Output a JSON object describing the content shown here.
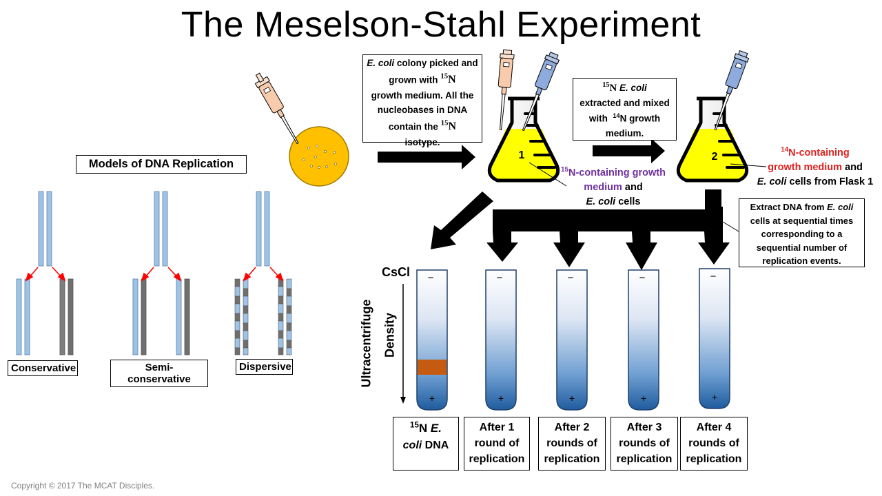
{
  "title": "The Meselson-Stahl Experiment",
  "step1_box": {
    "line1_em": "E. coli",
    "line1_rest": " colony picked and",
    "line2": "grown with",
    "iso15": "15",
    "n": "N",
    "line3": "growth medium. All the",
    "line4": "nucleobases in DNA",
    "line5": "contain the",
    "line6": "isotype."
  },
  "step2_box": {
    "iso15": "15",
    "n_sp": "N ",
    "em": "E. coli",
    "line2": "extracted and mixed",
    "with": "with",
    "iso14": "14",
    "line3_rest": "N growth",
    "line4": "medium."
  },
  "flask1": {
    "number": "1",
    "label_iso": "15",
    "label_purple": "N-containing growth medium",
    "label_and": " and",
    "label_em": "E. coli",
    "label_cells": " cells"
  },
  "flask2": {
    "number": "2",
    "label_iso": "14",
    "label_red1": "N-containing",
    "label_red2": "growth medium",
    "label_and": " and",
    "label_em": "E. coli",
    "label_rest": " cells from Flask 1"
  },
  "extract_box": {
    "line1": "Extract DNA from ",
    "line1_em": "E. coli",
    "line2": "cells at sequential times",
    "line3": "corresponding to a",
    "line4": "sequential number of",
    "line5": "replication events."
  },
  "models": {
    "heading": "Models of DNA Replication",
    "conservative": "Conservative",
    "semi": "Semi-conservative",
    "dispersive": "Dispersive"
  },
  "centrifuge": {
    "cscl": "CsCl",
    "ultracentrifuge": "Ultracentrifuge",
    "density": "Density",
    "minus": "−",
    "plus": "+"
  },
  "tubes": [
    {
      "iso": "15",
      "l1": "N ",
      "l1_em": "E.",
      "l2_em": "coli",
      "l2": " DNA",
      "band": true
    },
    {
      "l1": "After 1",
      "l2": "round of",
      "l3": "replication",
      "band": false
    },
    {
      "l1": "After 2",
      "l2": "rounds of",
      "l3": "replication",
      "band": false
    },
    {
      "l1": "After 3",
      "l2": "rounds of",
      "l3": "replication",
      "band": false
    },
    {
      "l1": "After 4",
      "l2": "rounds of",
      "l3": "replication",
      "band": false
    }
  ],
  "colors": {
    "dna_light": "#9dc3e6",
    "dna_dark": "#6f6f6f",
    "flask_fill": "#ffff00",
    "band": "#c55a11",
    "tube_bottom": "#2e75b6",
    "petri": "#ffc000"
  },
  "footer": "Copyright © 2017 The MCAT Disciples."
}
